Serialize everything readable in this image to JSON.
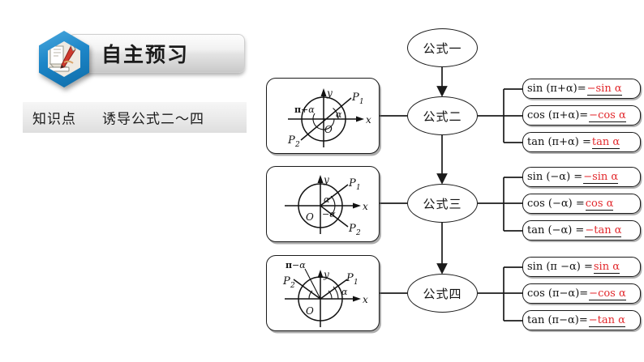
{
  "header": {
    "badge_icon": "book-pen-hexagon-icon",
    "title": "自主预习",
    "knowledge_label": "知识点",
    "knowledge_topic": "诱导公式二～四",
    "accent_blue": "#1d86c8",
    "accent_red": "#e2282c"
  },
  "flow": {
    "root": {
      "label": "公式一"
    },
    "branches": [
      {
        "node": "公式二",
        "diagram": {
          "name": "unit-circle-pi-plus-alpha",
          "axis_x": "x",
          "axis_y": "y",
          "origin": "O",
          "point1": "P",
          "point1_sub": "1",
          "point2": "P",
          "point2_sub": "2",
          "angle_inner": "α",
          "angle_outer": "π+α"
        },
        "formulas": [
          {
            "lhs": "sin (π+α)=",
            "rhs": "−sin α"
          },
          {
            "lhs": "cos (π+α)=",
            "rhs": "−cos α"
          },
          {
            "lhs": "tan (π+α) =",
            "rhs": "tan α"
          }
        ]
      },
      {
        "node": "公式三",
        "diagram": {
          "name": "unit-circle-minus-alpha",
          "axis_x": "x",
          "axis_y": "y",
          "origin": "O",
          "point1": "P",
          "point1_sub": "1",
          "point2": "P",
          "point2_sub": "2",
          "angle_inner": "α",
          "angle_outer": "−α"
        },
        "formulas": [
          {
            "lhs": "sin (−α) =",
            "rhs": "−sin α"
          },
          {
            "lhs": "cos (−α) =",
            "rhs": "cos α"
          },
          {
            "lhs": "tan (−α) =",
            "rhs": "−tan α"
          }
        ]
      },
      {
        "node": "公式四",
        "diagram": {
          "name": "unit-circle-pi-minus-alpha",
          "axis_x": "x",
          "axis_y": "y",
          "origin": "O",
          "point1": "P",
          "point1_sub": "1",
          "point2": "P",
          "point2_sub": "2",
          "angle_inner": "α",
          "angle_outer": "π−α"
        },
        "formulas": [
          {
            "lhs": "sin (π −α) =",
            "rhs": "sin α"
          },
          {
            "lhs": "cos (π−α)=",
            "rhs": "−cos α"
          },
          {
            "lhs": "tan (π−α)=",
            "rhs": "−tan α"
          }
        ]
      }
    ]
  }
}
